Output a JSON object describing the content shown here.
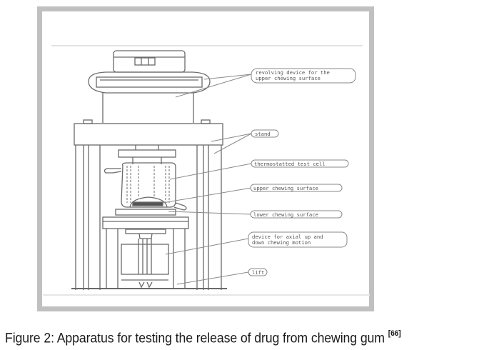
{
  "figure": {
    "caption": "Figure 2: Apparatus for testing the release of drug from chewing gum",
    "reference": "[66]",
    "labels": {
      "revolving_device_line1": "revolving device for the",
      "revolving_device_line2": "upper chewing surface",
      "stand": "stand",
      "test_cell": "thermostatted test cell",
      "upper_surface": "upper chewing surface",
      "lower_surface": "lower chewing surface",
      "axial_device_line1": "device for axial up and",
      "axial_device_line2": "down chewing motion",
      "lift": "lift"
    }
  }
}
